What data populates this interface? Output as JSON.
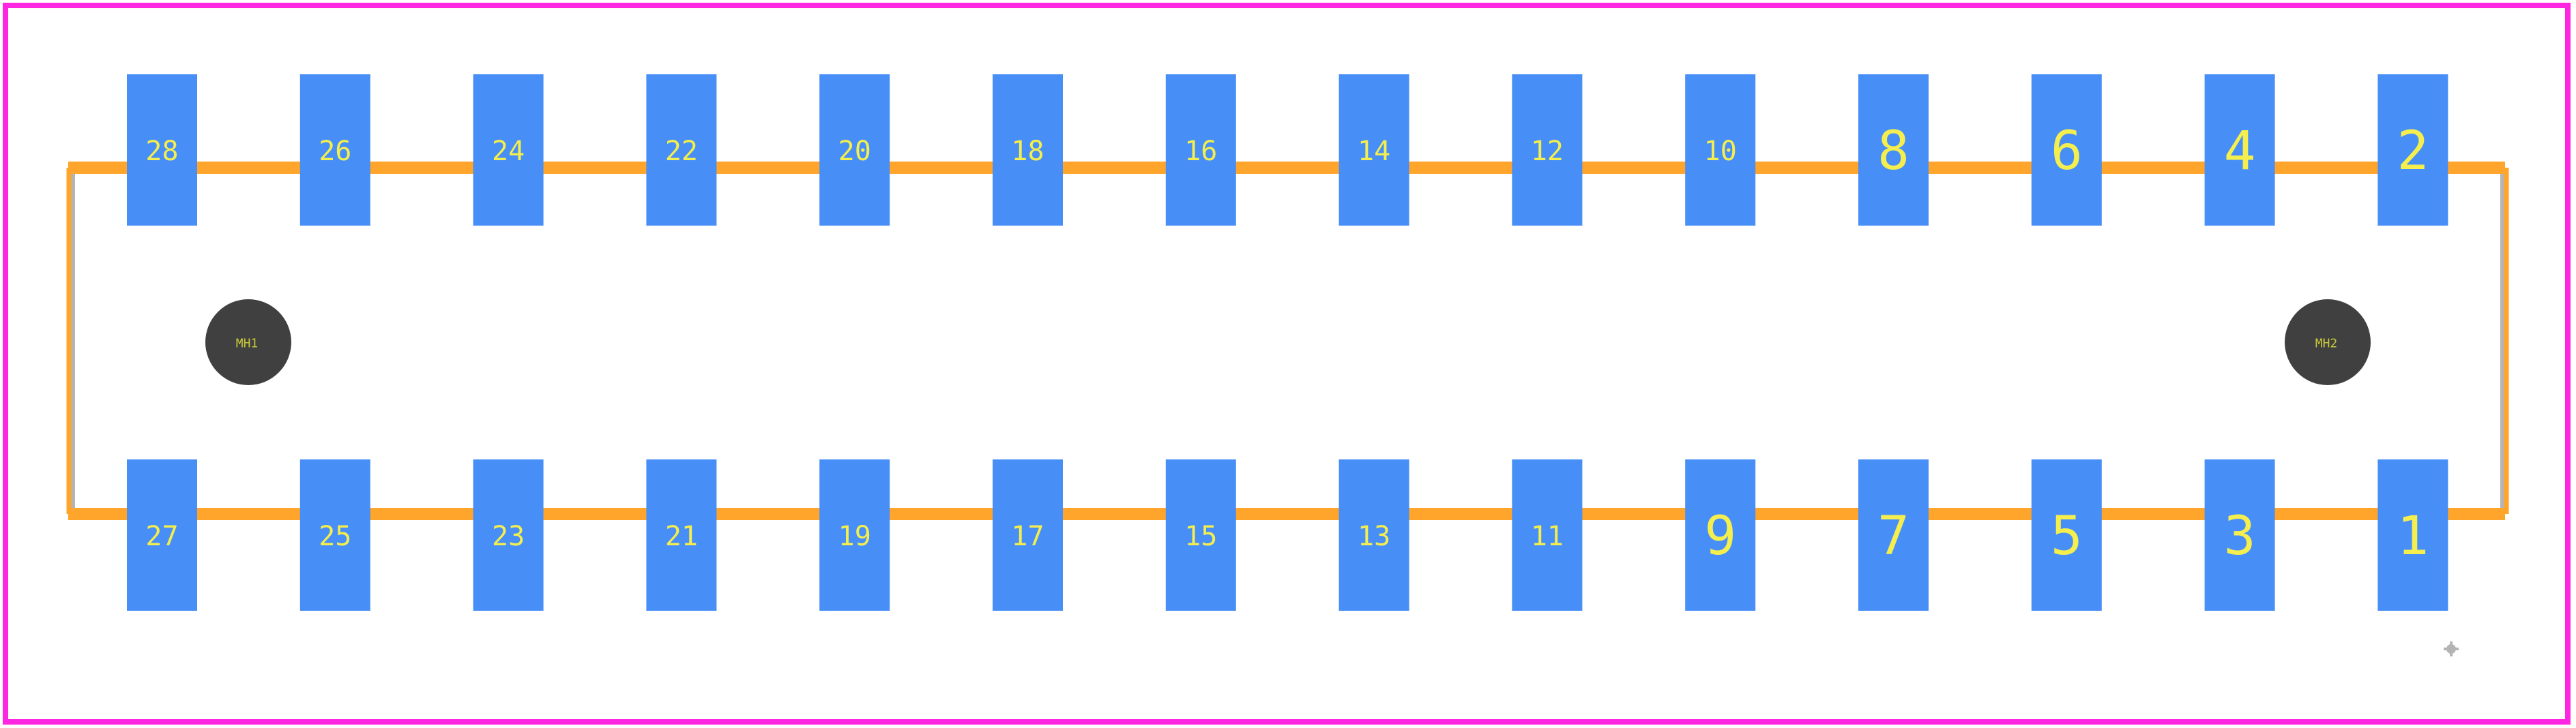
{
  "colors": {
    "background": "#ffffff",
    "courtyard": "#ff26e2",
    "silkscreen": "#ffa52b",
    "fab_outline": "#b4b4b4",
    "pad": "#478ef7",
    "pad_label": "#f4ee4e",
    "mounting_hole": "#404040",
    "mounting_hole_label": "#c8c83a",
    "origin_marker": "#b4b4b4"
  },
  "pads": {
    "top_row": [
      "28",
      "26",
      "24",
      "22",
      "20",
      "18",
      "16",
      "14",
      "12",
      "10",
      "8",
      "6",
      "4",
      "2"
    ],
    "bottom_row": [
      "27",
      "25",
      "23",
      "21",
      "19",
      "17",
      "15",
      "13",
      "11",
      "9",
      "7",
      "5",
      "3",
      "1"
    ]
  },
  "mounting_holes": [
    "MH1",
    "MH2"
  ]
}
